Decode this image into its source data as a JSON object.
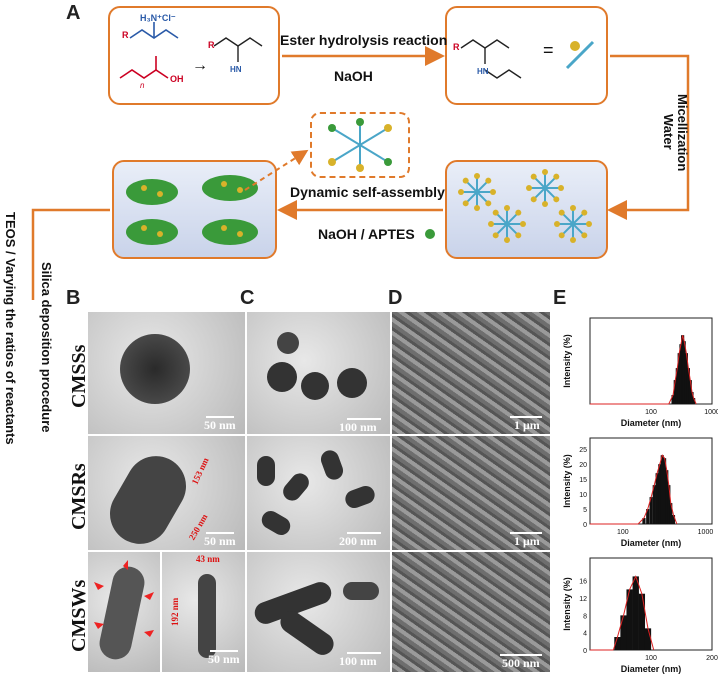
{
  "panels": {
    "A": "A",
    "B": "B",
    "C": "C",
    "D": "D",
    "E": "E"
  },
  "scheme": {
    "ester_hydrolysis": "Ester hydrolysis reaction",
    "naoh": "NaOH",
    "micellization": "Micellization",
    "water": "Water",
    "dynamic_self_assembly": "Dynamic self-assembly",
    "naoh_aptes": "NaOH / APTES",
    "silica_deposition": "Silica deposition procedure",
    "teos_ratios": "TEOS / Varying the ratios of reactants",
    "equals": "="
  },
  "rows": [
    {
      "label": "CMSSs",
      "tem_scale": "50 nm",
      "tem2_scale": "100 nm",
      "sem_scale": "1 μm"
    },
    {
      "label": "CMSRs",
      "tem_scale": "50 nm",
      "tem2_scale": "200 nm",
      "sem_scale": "1 μm",
      "dim1": "153 nm",
      "dim2": "250 nm"
    },
    {
      "label": "CMSWs",
      "tem_scale": "50 nm",
      "tem2_scale": "100 nm",
      "sem_scale": "500 nm",
      "dim1": "43 nm",
      "dim2": "192 nm"
    }
  ],
  "chart_data": [
    {
      "type": "bar",
      "xlabel": "Diameter (nm)",
      "ylabel": "Intensity (%)",
      "xscale": "log",
      "xlim": [
        10,
        1000
      ],
      "x_ticks": [
        "100",
        "1000"
      ],
      "x": [
        230,
        250,
        270,
        290,
        310,
        330,
        350,
        380,
        410,
        440,
        470,
        500
      ],
      "values": [
        3,
        8,
        12,
        17,
        20,
        23,
        21,
        17,
        12,
        8,
        4,
        2
      ]
    },
    {
      "type": "bar",
      "xlabel": "Diameter (nm)",
      "ylabel": "Intensity (%)",
      "xscale": "log",
      "xlim": [
        40,
        1200
      ],
      "y_ticks": [
        "0",
        "5",
        "10",
        "15",
        "20",
        "25"
      ],
      "x_ticks": [
        "100",
        "1000"
      ],
      "x": [
        180,
        200,
        220,
        240,
        260,
        280,
        300,
        320,
        340,
        360,
        380,
        410
      ],
      "values": [
        2,
        5,
        9,
        13,
        17,
        20,
        23,
        22,
        18,
        13,
        7,
        3
      ]
    },
    {
      "type": "bar",
      "xlabel": "Diameter (nm)",
      "ylabel": "Intensity (%)",
      "xscale": "linear",
      "xlim": [
        0,
        200
      ],
      "y_ticks": [
        "0",
        "4",
        "8",
        "12",
        "16"
      ],
      "x_ticks": [
        "100",
        "200"
      ],
      "x": [
        45,
        55,
        65,
        75,
        85,
        95
      ],
      "values": [
        3,
        8,
        14,
        17,
        13,
        5
      ]
    }
  ]
}
